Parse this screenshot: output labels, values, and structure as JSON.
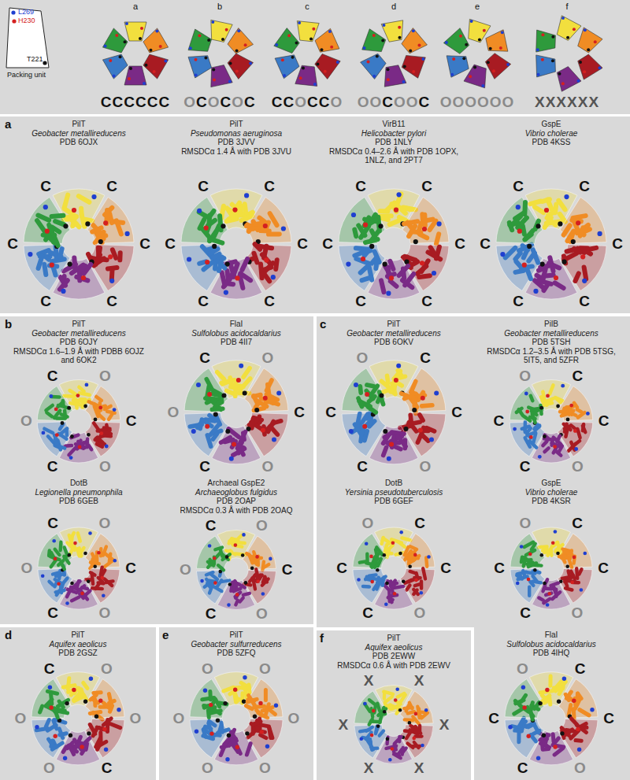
{
  "diagram": {
    "nodes": [
      {
        "text": [
          "PilT",
          "Geobacter metallireducens",
          "PDB 6OJX"
        ]
      },
      {
        "text": [
          "PilT",
          "Pseudomonas aeruginosa",
          "PDB 3JVV",
          "RMSDCα 1.4 Å with PDB 3JVU"
        ]
      },
      {
        "text": [
          "VirB11",
          "Helicobacter pylori",
          "PDB 1NLY",
          "RMSDCα 0.4–2.6 Å with PDB 1OPX, 1NLZ, and 2PT7"
        ]
      },
      {
        "text": [
          "GspE",
          "Vibrio cholerae",
          "PDB 4KSS"
        ]
      },
      {
        "text": [
          "PilT",
          "Geobacter metallireducens",
          "PDB 6OJY",
          "RMSDCα 1.6–1.9 Å with PDBB 6OJZ and 6OK2"
        ]
      },
      {
        "text": [
          "FlaI",
          "Sulfolobus acidocaldarius",
          "PDB 4II7"
        ]
      },
      {
        "text": [
          "DotB",
          "Legionella pneumonphila",
          "PDB 6GEB"
        ]
      },
      {
        "text": [
          "Archaeal GspE2",
          "Archaeoglobus fulgidus",
          "PDB 2OAP",
          "RMSDCα 0.3 Å with PDB 2OAQ"
        ]
      },
      {
        "text": [
          "PilT",
          "Geobacter metallireducens",
          "PDB 6OKV"
        ]
      },
      {
        "text": [
          "PilB",
          "Geobacter metallireducens",
          "PDB 5TSH",
          "RMSDCα 1.2–3.5 Å with PDB 5TSG, 5IT5, and 5ZFR"
        ]
      },
      {
        "text": [
          "DotB",
          "Yersinia pseudotuberculosis",
          "PDB 6GEF"
        ]
      },
      {
        "text": [
          "GspE",
          "Vibrio cholerae",
          "PDB 4KSR"
        ]
      },
      {
        "text": [
          "PilT",
          "Aquifex aeolicus",
          "PDB 2GSZ"
        ]
      },
      {
        "text": [
          "PilT",
          "Geobacter sulfurreducens",
          "PDB 5ZFQ"
        ]
      },
      {
        "text": [
          "PilT",
          "Aquifex aeolicus",
          "PDB 2EWW",
          "RMSDCα 0.6 Å with PDB 2EWV"
        ]
      },
      {
        "text": [
          "FlaI",
          "Sulfolobus acidocaldarius",
          "PDB 4IHQ"
        ]
      }
    ],
    "labels": [
      "L269",
      "H230",
      "T221",
      "Packing unit",
      "a",
      "b",
      "c",
      "d",
      "e",
      "f",
      "CCCCCC",
      "OCOCOC",
      "CCOCCO",
      "OOCOOC",
      "OOOOOO",
      "XXXXXX",
      "a",
      "b",
      "c",
      "d",
      "e",
      "f",
      "C",
      "C",
      "C",
      "C",
      "C",
      "C",
      "C",
      "C",
      "C",
      "C",
      "C",
      "C",
      "C",
      "C",
      "C",
      "C",
      "C",
      "C",
      "C",
      "C",
      "C",
      "C",
      "C",
      "C",
      "O",
      "C",
      "O",
      "C",
      "O",
      "C",
      "O",
      "C",
      "O",
      "C",
      "O",
      "C",
      "O",
      "C",
      "O",
      "C",
      "O",
      "C",
      "O",
      "C",
      "O",
      "C",
      "O",
      "C",
      "C",
      "C",
      "O",
      "C",
      "C",
      "O",
      "C",
      "C",
      "O",
      "C",
      "C",
      "O",
      "C",
      "C",
      "O",
      "C",
      "C",
      "O",
      "C",
      "C",
      "O",
      "C",
      "C",
      "O",
      "O",
      "O",
      "C",
      "O",
      "O",
      "C",
      "O",
      "O",
      "O",
      "O",
      "O",
      "O",
      "X",
      "X",
      "X",
      "X",
      "X",
      "X",
      "C",
      "C",
      "O",
      "C",
      "C",
      "O"
    ]
  }
}
